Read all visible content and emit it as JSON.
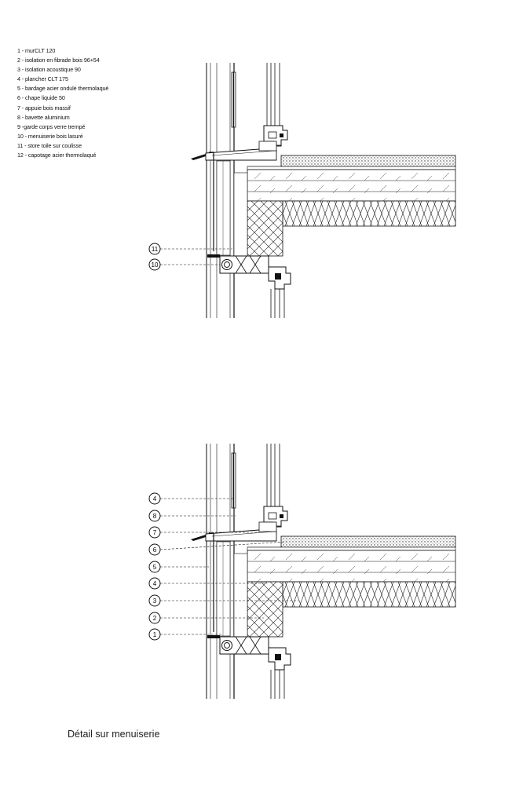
{
  "legend": [
    "1 - murCLT 120",
    "2 - isolation en fibrade bois 96+54",
    "3 - isolation acoustique 90",
    "4 - plancher CLT 175",
    "5 - bardage acier ondulé thermolaqué",
    "6 - chape liquide 50",
    "7 - appuie bois massif",
    "8 - bavette aluminium",
    "9 -garde corps verre trempé",
    "10 - menuiserie bois lasuré",
    "11 - store toile sur coulisse",
    "12 - capotage acier thermolaqué"
  ],
  "detail_top": {
    "callouts": [
      "11",
      "10"
    ]
  },
  "detail_bottom": {
    "callouts": [
      "4",
      "8",
      "7",
      "6",
      "5",
      "4",
      "3",
      "2",
      "1"
    ]
  },
  "caption": "Détail sur menuiserie"
}
